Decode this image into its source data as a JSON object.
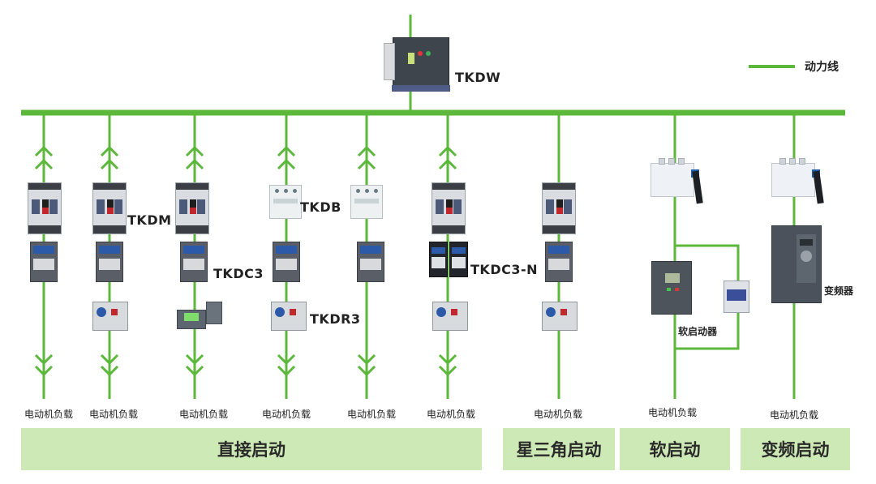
{
  "legend": {
    "label": "动力线",
    "color": "#5bb83a"
  },
  "main_breaker": {
    "model": "TKDW",
    "icon": "air-circuit-breaker"
  },
  "model_labels": {
    "tkdm": "TKDM",
    "tkdc3": "TKDC3",
    "tkdb": "TKDB",
    "tkdr3": "TKDR3",
    "tkdc3n": "TKDC3-N"
  },
  "component_labels": {
    "soft_starter": "软启动器",
    "vfd": "变频器"
  },
  "branches": [
    {
      "load": "电动机负载",
      "devices": [
        "molded-case-breaker",
        "contactor"
      ]
    },
    {
      "load": "电动机负载",
      "devices": [
        "molded-case-breaker",
        "contactor",
        "thermal-overload-relay"
      ]
    },
    {
      "load": "电动机负载",
      "devices": [
        "molded-case-breaker",
        "contactor",
        "motor-protector"
      ]
    },
    {
      "load": "电动机负载",
      "devices": [
        "miniature-breaker",
        "contactor",
        "thermal-overload-relay"
      ]
    },
    {
      "load": "电动机负载",
      "devices": [
        "miniature-breaker",
        "contactor"
      ]
    },
    {
      "load": "电动机负载",
      "devices": [
        "molded-case-breaker",
        "reversing-contactor",
        "thermal-overload-relay"
      ]
    },
    {
      "load": "电动机负载",
      "devices": [
        "molded-case-breaker",
        "contactor",
        "thermal-overload-relay"
      ]
    },
    {
      "load": "电动机负载",
      "devices": [
        "isolating-switch",
        "soft-starter",
        "bypass-contactor"
      ]
    },
    {
      "load": "电动机负载",
      "devices": [
        "isolating-switch",
        "frequency-converter"
      ]
    }
  ],
  "start_methods": [
    {
      "label": "直接启动"
    },
    {
      "label": "星三角启动"
    },
    {
      "label": "软启动"
    },
    {
      "label": "变频启动"
    }
  ],
  "colors": {
    "line": "#5bb83a",
    "method_bg": "#cde9b5"
  }
}
